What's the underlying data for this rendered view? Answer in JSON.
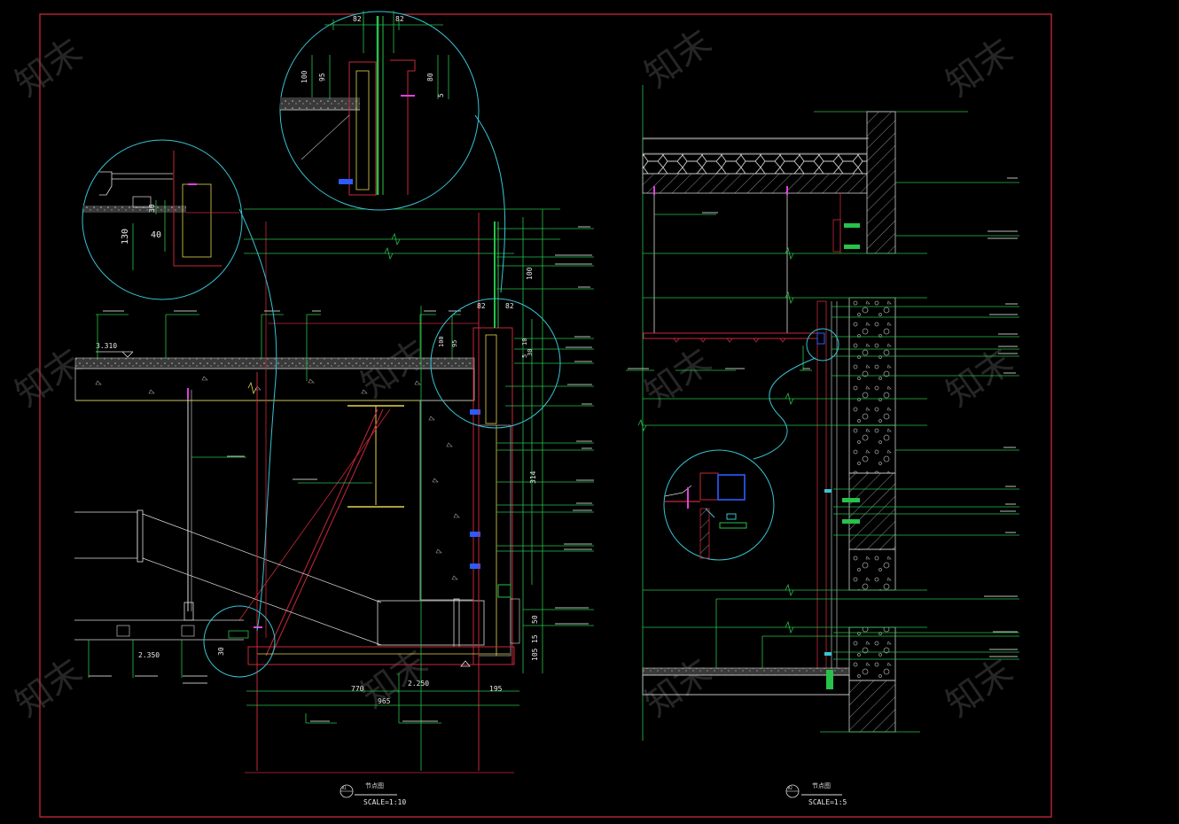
{
  "colors": {
    "background": "#000000",
    "frame": "#c8283a",
    "leader": "#27c24a",
    "cyan": "#36c4d4",
    "magenta": "#e040e0",
    "blue": "#2a5cff",
    "hatch": "#aaaaaa"
  },
  "watermark": "知末",
  "left_detail": {
    "title_bubble": "A1",
    "title": "节点图",
    "scale": "SCALE=1:10",
    "levels": [
      "3.310",
      "2.350",
      "2.250"
    ],
    "dims": {
      "top_bubble": [
        "82",
        "82",
        "100",
        "95",
        "80",
        "5"
      ],
      "left_bubble": [
        "30",
        "130",
        "40"
      ],
      "mid_bubble": [
        "82",
        "82",
        "100",
        "95",
        "10",
        "30",
        "5"
      ],
      "vertical": [
        "100",
        "314",
        "50",
        "15",
        "105"
      ],
      "bottom": [
        "770",
        "195",
        "965"
      ],
      "small_bubble": [
        "30"
      ]
    }
  },
  "right_detail": {
    "title_bubble": "A2",
    "title": "节点图",
    "scale": "SCALE=1:5"
  }
}
